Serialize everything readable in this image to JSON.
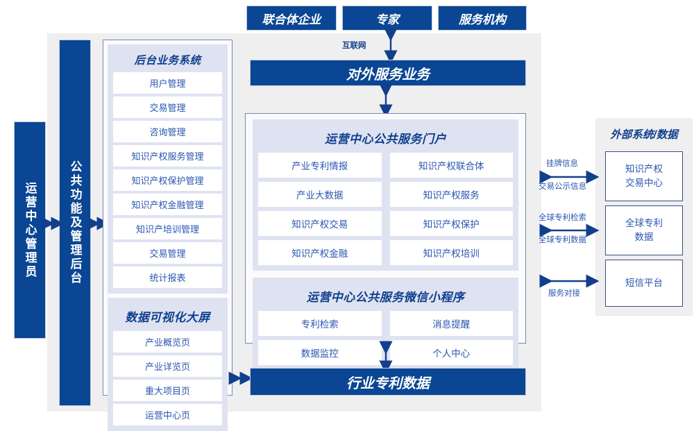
{
  "top_actors": [
    {
      "label": "联合体企业"
    },
    {
      "label": "专家"
    },
    {
      "label": "服务机构"
    }
  ],
  "internet_label": "互联网",
  "external_service_bar": "对外服务业务",
  "industry_data_bar": "行业专利数据",
  "left_roles": [
    {
      "label": "运营中心管理员"
    },
    {
      "label": "公共功能及管理后台"
    }
  ],
  "backend_system": {
    "title": "后台业务系统",
    "items": [
      {
        "label": "用户管理"
      },
      {
        "label": "交易管理"
      },
      {
        "label": "咨询管理"
      },
      {
        "label": "知识产权服务管理"
      },
      {
        "label": "知识产权保护管理"
      },
      {
        "label": "知识产权金融管理"
      },
      {
        "label": "知识产培训管理"
      },
      {
        "label": "交易管理"
      },
      {
        "label": "统计报表"
      }
    ]
  },
  "visualization_screen": {
    "title": "数据可视化大屏",
    "items": [
      {
        "label": "产业概览页"
      },
      {
        "label": "产业详览页"
      },
      {
        "label": "重大项目页"
      },
      {
        "label": "运营中心页"
      }
    ]
  },
  "portal": {
    "title": "运营中心公共服务门户",
    "items": [
      {
        "label": "产业专利情报"
      },
      {
        "label": "知识产权联合体"
      },
      {
        "label": "产业大数据"
      },
      {
        "label": "知识产权服务"
      },
      {
        "label": "知识产权交易"
      },
      {
        "label": "知识产权保护"
      },
      {
        "label": "知识产权金融"
      },
      {
        "label": "知识产权培训"
      }
    ]
  },
  "miniprogram": {
    "title": "运营中心公共服务微信小程序",
    "items": [
      {
        "label": "专利检索"
      },
      {
        "label": "消息提醒"
      },
      {
        "label": "数据监控"
      },
      {
        "label": "个人中心"
      }
    ]
  },
  "external": {
    "title": "外部系统/数据",
    "boxes": [
      {
        "label": "知识产权\n交易中心"
      },
      {
        "label": "全球专利\n数据"
      },
      {
        "label": "短信平台"
      }
    ],
    "link_labels": [
      {
        "top": "挂牌信息",
        "bottom": "交易公示信息"
      },
      {
        "top": "全球专利检索",
        "bottom": "全球专利数据"
      },
      {
        "top": "",
        "bottom": "服务对接"
      }
    ]
  },
  "colors": {
    "brand_blue": "#0a4694",
    "panel_lavender": "#dfe3f1",
    "shell_gray": "#efefef",
    "text_blue": "#2a56b0",
    "outline": "#7b85ad"
  }
}
